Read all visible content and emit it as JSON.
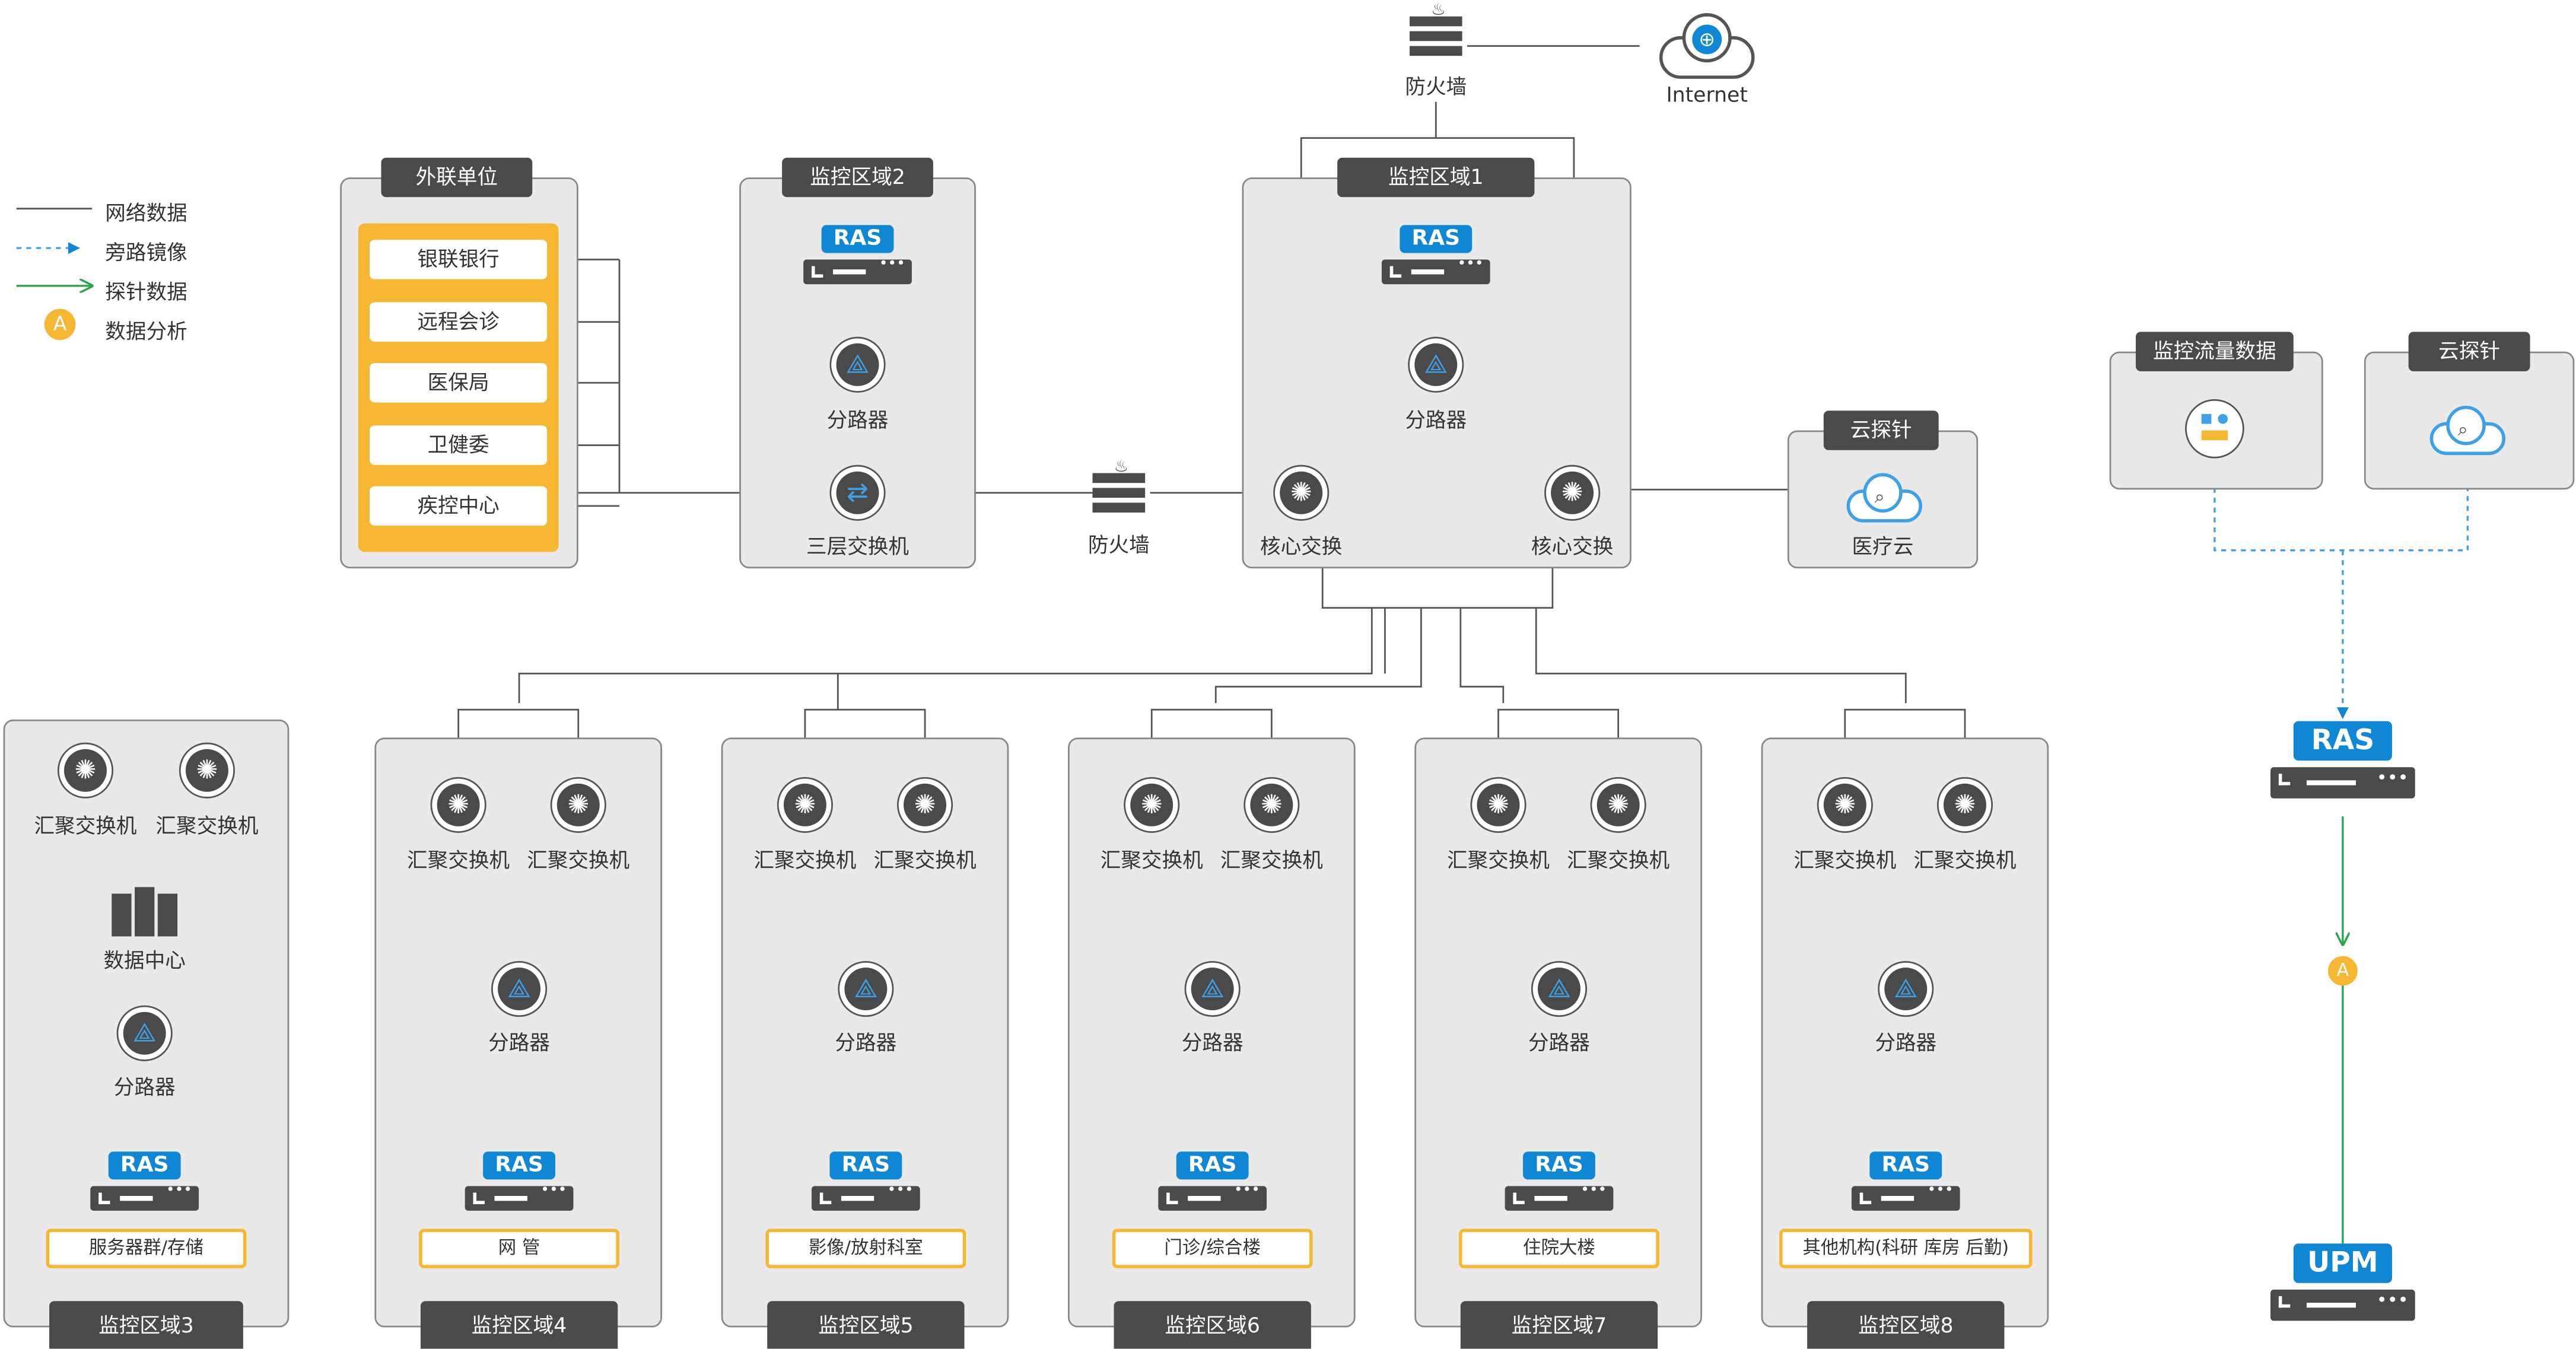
{
  "legend": {
    "network": "网络数据",
    "mirror": "旁路镜像",
    "probe": "探针数据",
    "analysis_badge": "A",
    "analysis": "数据分析"
  },
  "internet": "Internet",
  "firewall": "防火墙",
  "external": {
    "title": "外联单位",
    "items": [
      "银联银行",
      "远程会诊",
      "医保局",
      "卫健委",
      "疾控中心"
    ]
  },
  "zone2": {
    "title": "监控区域2",
    "ras": "RAS",
    "splitter": "分路器",
    "switch": "三层交换机"
  },
  "zone1": {
    "title": "监控区域1",
    "ras": "RAS",
    "splitter": "分路器",
    "core_left": "核心交换",
    "core_right": "核心交换"
  },
  "cloud_probe_a": {
    "title": "云探针",
    "label": "医疗云"
  },
  "right_panel": {
    "monitor_title": "监控流量数据",
    "probe_title": "云探针",
    "ras": "RAS",
    "badge": "A",
    "upm": "UPM"
  },
  "zone3": {
    "title": "监控区域3",
    "agg_left": "汇聚交换机",
    "agg_right": "汇聚交换机",
    "dc": "数据中心",
    "splitter": "分路器",
    "ras": "RAS",
    "box": "服务器群/存储"
  },
  "zones": [
    {
      "title": "监控区域4",
      "agg_left": "汇聚交换机",
      "agg_right": "汇聚交换机",
      "splitter": "分路器",
      "ras": "RAS",
      "box": "网 管"
    },
    {
      "title": "监控区域5",
      "agg_left": "汇聚交换机",
      "agg_right": "汇聚交换机",
      "splitter": "分路器",
      "ras": "RAS",
      "box": "影像/放射科室"
    },
    {
      "title": "监控区域6",
      "agg_left": "汇聚交换机",
      "agg_right": "汇聚交换机",
      "splitter": "分路器",
      "ras": "RAS",
      "box": "门诊/综合楼"
    },
    {
      "title": "监控区域7",
      "agg_left": "汇聚交换机",
      "agg_right": "汇聚交换机",
      "splitter": "分路器",
      "ras": "RAS",
      "box": "住院大楼"
    },
    {
      "title": "监控区域8",
      "agg_left": "汇聚交换机",
      "agg_right": "汇聚交换机",
      "splitter": "分路器",
      "ras": "RAS",
      "box": "其他机构(科研 库房 后勤)"
    }
  ],
  "colors": {
    "panel": "#e9e9e9",
    "dark": "#4a4a4a",
    "blue": "#0f87d4",
    "orange": "#f6b733",
    "green": "#2aa64a",
    "dash": "#3ea0e6"
  }
}
